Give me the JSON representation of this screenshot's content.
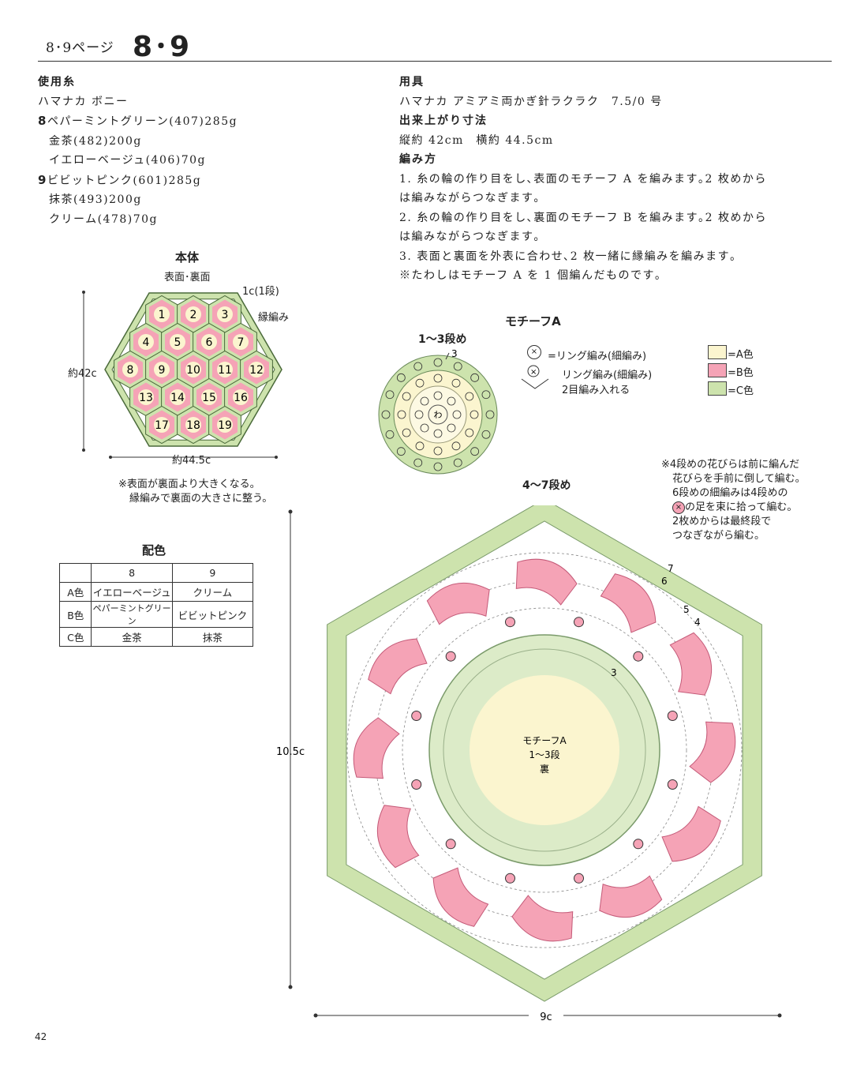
{
  "header": {
    "small": "8･9ページ",
    "big": "8･9"
  },
  "materials": {
    "title": "使用糸",
    "brand": "ハマナカ ボニー",
    "items8": [
      {
        "num": "8",
        "text": "ペパーミントグリーン(407)285g"
      },
      {
        "num": "",
        "text": "金茶(482)200g"
      },
      {
        "num": "",
        "text": "イエローベージュ(406)70g"
      }
    ],
    "items9": [
      {
        "num": "9",
        "text": "ビビットピンク(601)285g"
      },
      {
        "num": "",
        "text": "抹茶(493)200g"
      },
      {
        "num": "",
        "text": "クリーム(478)70g"
      }
    ]
  },
  "tools": {
    "title": "用具",
    "text": "ハマナカ アミアミ両かぎ針ラクラク　7.5/0 号"
  },
  "size": {
    "title": "出来上がり寸法",
    "text": "縦約 42cm　横約 44.5cm"
  },
  "method": {
    "title": "編み方",
    "lines": [
      "1. 糸の輪の作り目をし､表面のモチーフ A を編みます｡2 枚めから",
      "は編みながらつなぎます｡",
      "2. 糸の輪の作り目をし､裏面のモチーフ B を編みます｡2 枚めから",
      "は編みながらつなぎます｡",
      "3. 表面と裏面を外表に合わせ､2 枚一緒に縁編みを編みます｡",
      "※たわしはモチーフ A を 1 個編んだものです｡"
    ]
  },
  "body_diagram": {
    "title": "本体",
    "surface_label": "表面･裏面",
    "border_row_label": "1c(1段)",
    "border_label": "縁編み",
    "height_label": "約42c",
    "width_label": "約44.5c",
    "note1": "※表面が裏面より大きくなる。",
    "note2": "縁編みで裏面の大きさに整う。",
    "motif_numbers": [
      "1",
      "2",
      "3",
      "4",
      "5",
      "6",
      "7",
      "8",
      "9",
      "10",
      "11",
      "12",
      "13",
      "14",
      "15",
      "16",
      "17",
      "18",
      "19"
    ]
  },
  "color_table": {
    "title": "配色",
    "headers": [
      "",
      "8",
      "9"
    ],
    "rows": [
      [
        "A色",
        "イエローベージュ",
        "クリーム"
      ],
      [
        "B色",
        "ペパーミントグリーン",
        "ビビットピンク"
      ],
      [
        "C色",
        "金茶",
        "抹茶"
      ]
    ]
  },
  "motif_a": {
    "title": "モチーフA",
    "small_title": "1～3段め",
    "small_row_label": "3",
    "center_label": "わ",
    "legend_ring": "=リング編み(細編み)",
    "legend_ring2": "リング編み(細編み)",
    "legend_ring2b": "2目編み入れる",
    "color_keys": [
      {
        "label": "=A色",
        "color": "#fbf5cf"
      },
      {
        "label": "=B色",
        "color": "#f5a3b6"
      },
      {
        "label": "=C色",
        "color": "#cde3ad"
      }
    ],
    "large_title": "4～7段め",
    "notes": [
      "※4段めの花びらは前に編んだ",
      "花びらを手前に倒して編む。",
      "6段めの細編みは4段めの",
      "の足を束に拾って編む。",
      "2枚めからは最終段で",
      "つなぎながら編む。"
    ],
    "center_text": [
      "モチーフA",
      "1～3段",
      "裏"
    ],
    "row_labels": [
      "7",
      "6",
      "5",
      "4",
      "3"
    ],
    "height_label": "10.5c",
    "width_label": "9c"
  },
  "page_number": "42",
  "colors": {
    "A": "#fbf5cf",
    "B": "#f5a3b6",
    "C": "#cde3ad",
    "outline": "#4a6a3a"
  }
}
